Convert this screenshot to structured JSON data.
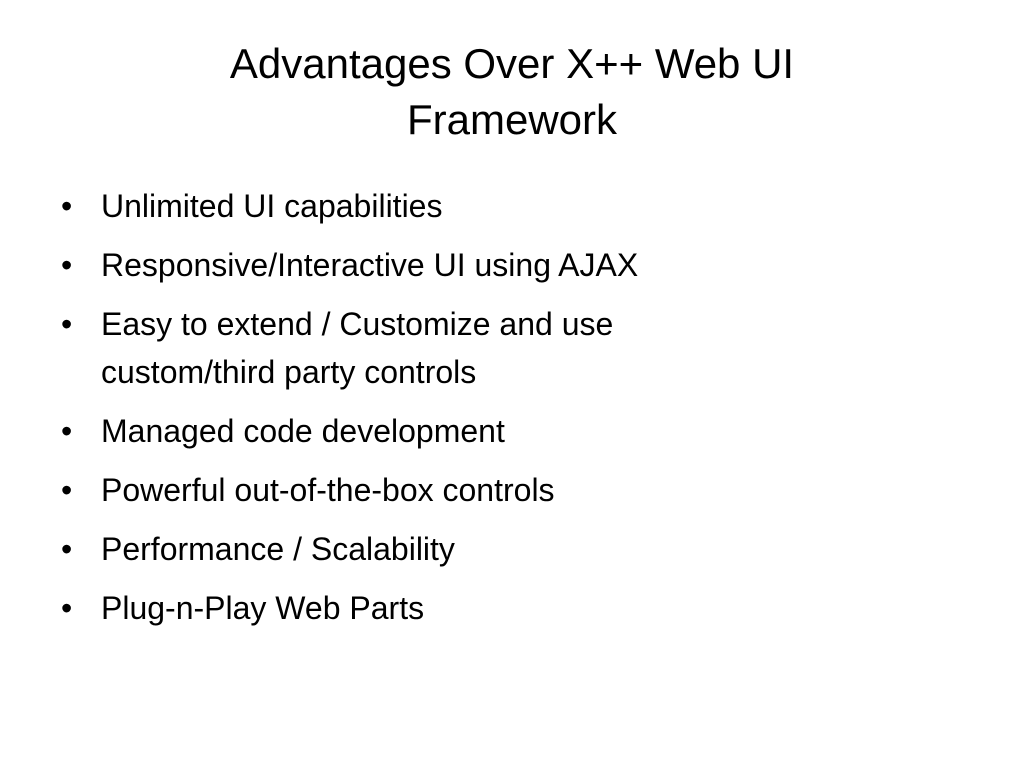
{
  "slide": {
    "title_line1": "Advantages Over X++ Web UI",
    "title_line2": "Framework",
    "bullet_glyph": "•",
    "bullets": [
      {
        "lines": [
          "Unlimited UI capabilities"
        ]
      },
      {
        "lines": [
          "Responsive/Interactive UI using AJAX"
        ]
      },
      {
        "lines": [
          "Easy to extend / Customize and use",
          "custom/third party controls"
        ]
      },
      {
        "lines": [
          "Managed code development"
        ]
      },
      {
        "lines": [
          "Powerful out-of-the-box controls"
        ]
      },
      {
        "lines": [
          "Performance / Scalability"
        ]
      },
      {
        "lines": [
          "Plug-n-Play Web Parts"
        ]
      }
    ]
  }
}
